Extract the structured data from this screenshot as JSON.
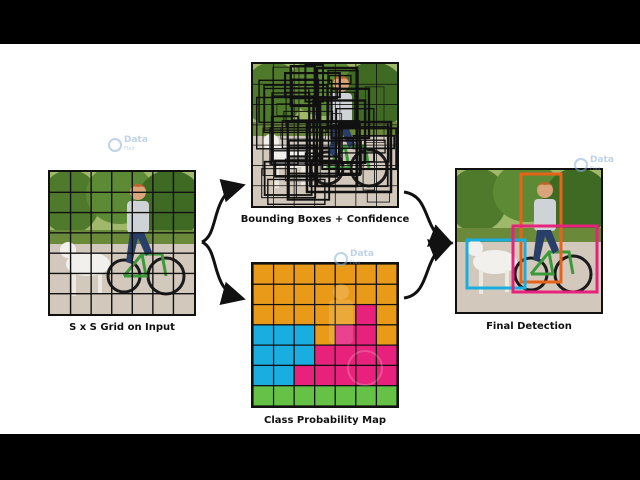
{
  "captions": {
    "input": "S x S Grid on Input",
    "boxes": "Bounding Boxes + Confidence",
    "class_map": "Class Probability Map",
    "final": "Final Detection"
  },
  "watermark": {
    "brand": "Data",
    "sub": "Flair"
  },
  "grid": {
    "size": 7
  },
  "class_map": {
    "colors": {
      "orange": "#e89a18",
      "cyan": "#1aaee0",
      "magenta": "#e8227c",
      "green": "#66c246"
    },
    "cells": [
      [
        "orange",
        "orange",
        "orange",
        "orange",
        "orange",
        "orange",
        "orange"
      ],
      [
        "orange",
        "orange",
        "orange",
        "orange",
        "orange",
        "orange",
        "orange"
      ],
      [
        "orange",
        "orange",
        "orange",
        "orange",
        "orange",
        "magenta",
        "orange"
      ],
      [
        "cyan",
        "cyan",
        "cyan",
        "orange",
        "magenta",
        "magenta",
        "orange"
      ],
      [
        "cyan",
        "cyan",
        "cyan",
        "magenta",
        "magenta",
        "magenta",
        "magenta"
      ],
      [
        "cyan",
        "cyan",
        "magenta",
        "magenta",
        "magenta",
        "magenta",
        "magenta"
      ],
      [
        "green",
        "green",
        "green",
        "green",
        "green",
        "green",
        "green"
      ]
    ]
  },
  "detections": [
    {
      "label": "person",
      "color": "#e8631a"
    },
    {
      "label": "dog",
      "color": "#1aaee0"
    },
    {
      "label": "bicycle",
      "color": "#e8227c"
    }
  ]
}
